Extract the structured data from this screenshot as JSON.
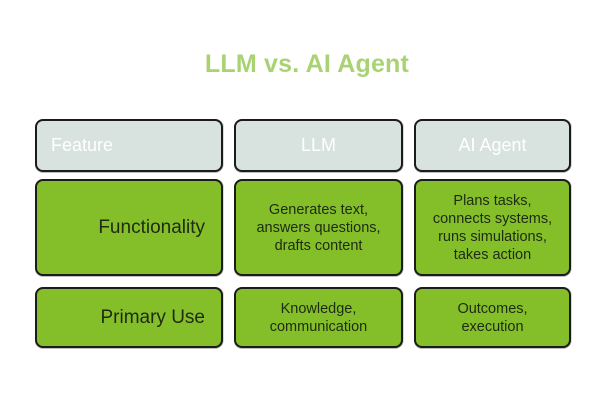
{
  "title": "LLM vs. AI Agent",
  "colors": {
    "title": "#a9d373",
    "header_fill": "#d8e2df",
    "header_text": "#ffffff",
    "body_fill": "#84bf2a",
    "body_text": "#1e2a12",
    "border": "#1b1b1b"
  },
  "table": {
    "headers": [
      "Feature",
      "LLM",
      "AI Agent"
    ],
    "rows": [
      {
        "feature": "Functionality",
        "llm": "Generates text,\nanswers questions,\ndrafts content",
        "agent": "Plans tasks,\nconnects systems,\nruns simulations,\ntakes action"
      },
      {
        "feature": "Primary Use",
        "llm": "Knowledge,\ncommunication",
        "agent": "Outcomes,\nexecution"
      }
    ]
  }
}
